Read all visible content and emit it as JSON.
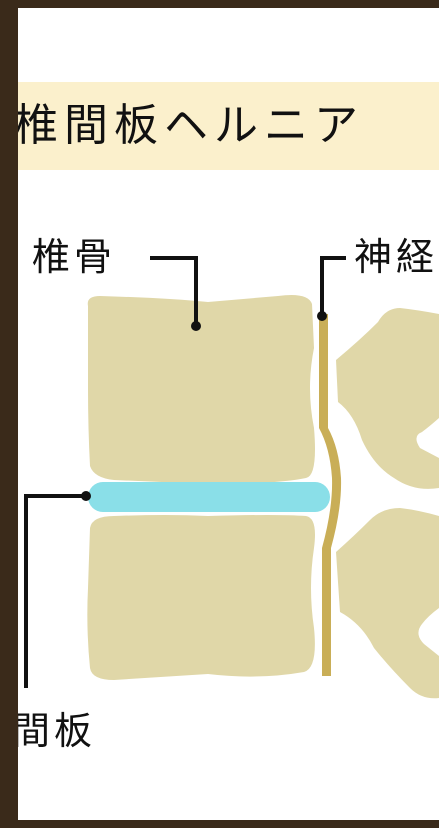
{
  "title": "椎間板ヘルニア",
  "labels": {
    "vertebra": "椎骨",
    "nerve": "神経",
    "disc": "間板"
  },
  "colors": {
    "background_frame": "#3a2a1a",
    "title_band": "#fbf0cc",
    "bone": "#e0d7a8",
    "disc": "#8adfe8",
    "nerve": "#c9ae57",
    "leader_line": "#111111"
  }
}
